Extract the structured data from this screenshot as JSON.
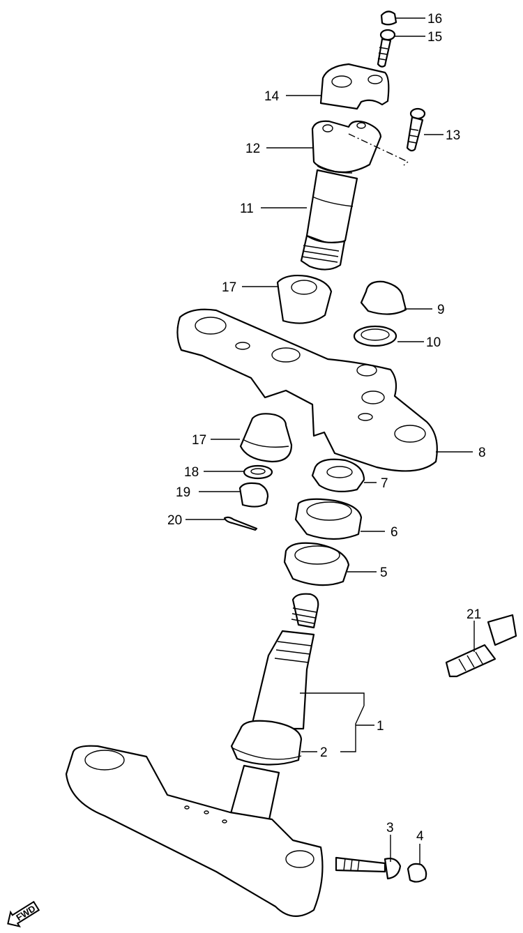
{
  "callouts": [
    "1",
    "2",
    "3",
    "4",
    "5",
    "6",
    "7",
    "8",
    "9",
    "10",
    "11",
    "12",
    "13",
    "14",
    "15",
    "16",
    "17",
    "17",
    "18",
    "19",
    "20",
    "21"
  ],
  "fwd_label": "FWD"
}
